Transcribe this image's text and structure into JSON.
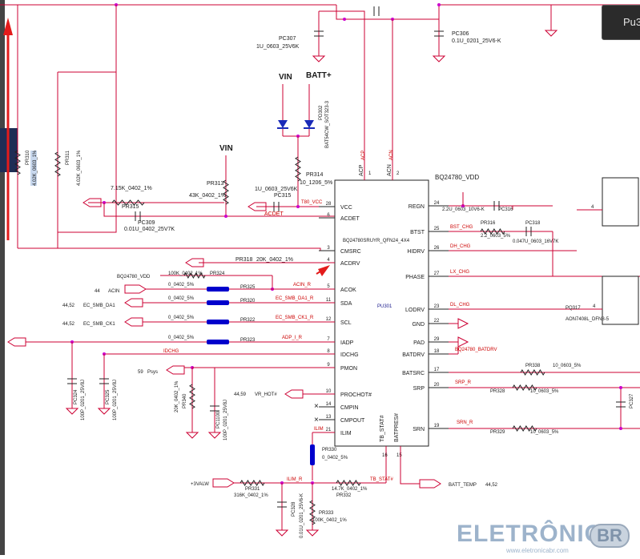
{
  "viewer": {
    "tab_label": "Pu3"
  },
  "watermark": {
    "title": "ELETRÔNICA",
    "badge": "BR",
    "url": "www.eletronicabr.com"
  },
  "ic": {
    "refdes": "PU301",
    "part_number": "BQ24780SRUYR_QFN24_4X4",
    "supply_label": "BQ24780_VDD",
    "top_pins": [
      {
        "name": "ACP",
        "num": "1"
      },
      {
        "name": "ACN",
        "num": "2"
      }
    ],
    "left_pins": [
      {
        "name": "VCC",
        "num": "28"
      },
      {
        "name": "ACDET",
        "num": "6"
      },
      {
        "name": "CMSRC",
        "num": "3"
      },
      {
        "name": "ACDRV",
        "num": "4"
      },
      {
        "name": "ACOK",
        "num": "5"
      },
      {
        "name": "SDA",
        "num": "11"
      },
      {
        "name": "SCL",
        "num": "12"
      },
      {
        "name": "IADP",
        "num": "7"
      },
      {
        "name": "IDCHG",
        "num": "8"
      },
      {
        "name": "PMON",
        "num": "9"
      },
      {
        "name": "PROCHOT#",
        "num": "10"
      },
      {
        "name": "CMPIN",
        "num": "14"
      },
      {
        "name": "CMPOUT",
        "num": "13"
      },
      {
        "name": "ILIM",
        "num": "21"
      }
    ],
    "right_pins": [
      {
        "name": "REGN",
        "num": "24"
      },
      {
        "name": "BTST",
        "num": "25"
      },
      {
        "name": "HIDRV",
        "num": "26"
      },
      {
        "name": "PHASE",
        "num": "27"
      },
      {
        "name": "LODRV",
        "num": "23"
      },
      {
        "name": "GND",
        "num": "22"
      },
      {
        "name": "PAD",
        "num": "29"
      },
      {
        "name": "BATDRV",
        "num": "18"
      },
      {
        "name": "BATSRC",
        "num": "17"
      },
      {
        "name": "SRP",
        "num": "20"
      },
      {
        "name": "SRN",
        "num": "19"
      }
    ],
    "bottom_pins": [
      {
        "name": "TB_STAT#",
        "num": "16"
      },
      {
        "name": "BATPRES#",
        "num": "15"
      }
    ]
  },
  "rails": {
    "vin_top": "VIN",
    "batt_top": "BATT+",
    "vin_mid": "VIN",
    "v3_alw": "+3VALW"
  },
  "components": {
    "pc307": {
      "ref": "PC307",
      "value": "1U_0603_25V6K"
    },
    "pc306": {
      "ref": "PC306",
      "value": "0.1U_0201_25V6-K"
    },
    "pd302": {
      "ref": "PD302",
      "value": "BAT54CW_SOT323-3"
    },
    "pr310": {
      "ref": "PR310",
      "value": "4.02K_0603_1%"
    },
    "pr311": {
      "ref": "PR311",
      "value": "4.02K_0603_1%"
    },
    "pr313": {
      "ref": "PR313",
      "value": "43K_0402_1%"
    },
    "pr314": {
      "ref": "PR314",
      "value": "10_1206_5%"
    },
    "pc315": {
      "ref": "PC315",
      "value": "1U_0603_25V6K"
    },
    "pr315": {
      "ref": "PR315",
      "value": "7.15K_0402_1%"
    },
    "pc309": {
      "ref": "PC309",
      "value": "0.01U_0402_25V7K"
    },
    "pr318": {
      "ref": "PR318",
      "value": "20K_0402_1%"
    },
    "pr324": {
      "ref": "PR324",
      "value": "100K_0402_1%"
    },
    "pr325": {
      "ref": "PR325",
      "value": "0_0402_5%"
    },
    "pr320": {
      "ref": "PR320",
      "value": "0_0402_5%"
    },
    "pr322": {
      "ref": "PR322",
      "value": "0_0402_5%"
    },
    "pr323": {
      "ref": "PR323",
      "value": "0_0402_5%"
    },
    "pc324": {
      "ref": "PC324",
      "value": "100P_0201_25V8J"
    },
    "pc325": {
      "ref": "PC325",
      "value": "100P_0201_25V8J"
    },
    "pr340": {
      "ref": "PR340",
      "value": "20K_0402_1%"
    },
    "pc1100": {
      "ref": "PC1100",
      "value": "100P_0201_25V8J"
    },
    "pc316": {
      "ref": "PC316",
      "value": "2.2U_0603_10V6-K"
    },
    "pr316": {
      "ref": "PR316",
      "value": "2.2_0603_5%"
    },
    "pc318": {
      "ref": "PC318",
      "value": "0.047U_0603_16V7K"
    },
    "pq317": {
      "ref": "PQ317",
      "value": "AON7408L_DFN8-5"
    },
    "pr338": {
      "ref": "PR338",
      "value": "10_0603_5%"
    },
    "pr328": {
      "ref": "PR328",
      "value": "10_0603_5%"
    },
    "pr329": {
      "ref": "PR329",
      "value": "10_0603_5%"
    },
    "pc327": {
      "ref": "PC327",
      "value": ""
    },
    "pr330": {
      "ref": "PR330",
      "value": "0_0402_5%"
    },
    "pr331": {
      "ref": "PR331",
      "value": "316K_0402_1%"
    },
    "pr332": {
      "ref": "PR332",
      "value": "14.7K_0402_1%"
    },
    "pc328": {
      "ref": "PC328",
      "value": "0.01U_0201_25V6-K"
    },
    "pr333": {
      "ref": "PR333",
      "value": "100K_0402_1%"
    }
  },
  "nets": {
    "bq_vdd_left": "BQ24780_VDD",
    "acin": "ACIN",
    "acin_sheet": "44",
    "ec_smb_da1": "EC_SMB_DA1",
    "ec_smb_ck1": "EC_SMB_CK1",
    "ec_sheet": "44,52",
    "psys": "Psys",
    "psys_sheet": "59",
    "vr_hot": "VR_HOT#",
    "vr_hot_sheet": "44,59",
    "batt_temp": "BATT_TEMP",
    "batt_temp_sheet": "44,52",
    "idchg": "IDCHG",
    "acin_r": "ACIN_R",
    "smb_da1_r": "EC_SMB_DA1_R",
    "smb_ck1_r": "EC_SMB_CK1_R",
    "adp_i_r": "ADP_I_R",
    "acdet": "ACDET",
    "t80_vcc": "T80_VCC",
    "bst_chg": "BST_CHG",
    "dh_chg": "DH_CHG",
    "lx_chg": "LX_CHG",
    "dl_chg": "DL_CHG",
    "bq_batdrv": "BQ24780_BATDRV",
    "srp_r": "SRP_R",
    "srn_r": "SRN_R",
    "ilim": "ILIM",
    "ilim_r": "ILIM_R",
    "tb_stat": "TB_STAT#"
  },
  "colors": {
    "wire": "#cc0033",
    "net_label": "#cc0000",
    "text": "#1a1a1a",
    "junction": "#cc00cc",
    "zero_ohm": "#0000cc",
    "highlight": "#c8d8ee",
    "pin_label": "#1a1a8c"
  }
}
